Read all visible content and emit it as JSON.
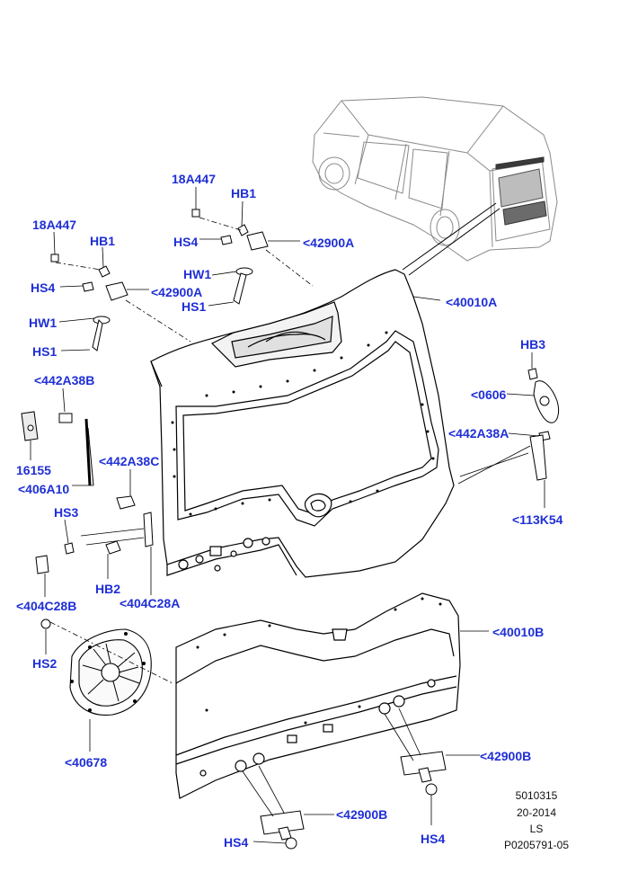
{
  "callouts": {
    "c_18A447_a": "18A447",
    "c_HB1_a": "HB1",
    "c_HS4_a": "HS4",
    "c_42900A_a": "<42900A",
    "c_HW1_a": "HW1",
    "c_HS1_a": "HS1",
    "c_18A447_b": "18A447",
    "c_HB1_b": "HB1",
    "c_HS4_b": "HS4",
    "c_42900A_b": "<42900A",
    "c_HW1_b": "HW1",
    "c_HS1_b": "HS1",
    "c_40010A": "<40010A",
    "c_HB3": "HB3",
    "c_0606": "<0606",
    "c_442A38A": "<442A38A",
    "c_113K54": "<113K54",
    "c_442A38B": "<442A38B",
    "c_16155": "16155",
    "c_406A10": "<406A10",
    "c_442A38C": "<442A38C",
    "c_HS3": "HS3",
    "c_HB2": "HB2",
    "c_404C28B": "<404C28B",
    "c_404C28A": "<404C28A",
    "c_HS2": "HS2",
    "c_40010B": "<40010B",
    "c_40678": "<40678",
    "c_42900B_a": "<42900B",
    "c_42900B_b": "<42900B",
    "c_HS4_c": "HS4",
    "c_HS4_d": "HS4"
  },
  "meta": {
    "line1": "5010315",
    "line2": "20-2014",
    "line3": "LS",
    "line4": "P0205791-05"
  },
  "colors": {
    "callout": "#1f2fd6",
    "linework": "#000000",
    "shade": "#d8d8d8",
    "vehicle_line": "#9a9a9a"
  }
}
